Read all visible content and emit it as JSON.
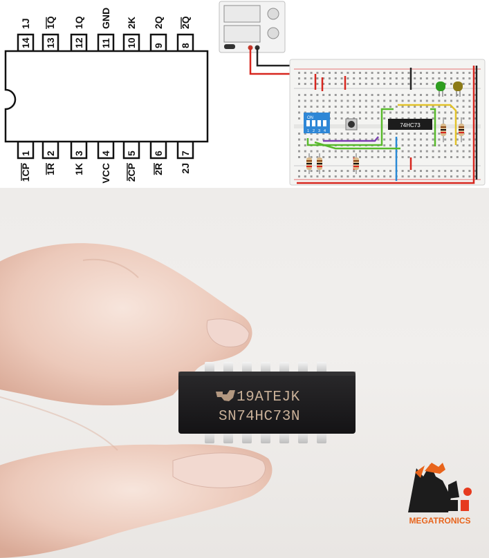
{
  "pinout": {
    "top_pins": [
      {
        "num": "14",
        "label": "1J",
        "overbar": false
      },
      {
        "num": "13",
        "label": "1Q",
        "overbar": true
      },
      {
        "num": "12",
        "label": "1Q",
        "overbar": false
      },
      {
        "num": "11",
        "label": "GND",
        "overbar": false
      },
      {
        "num": "10",
        "label": "2K",
        "overbar": false
      },
      {
        "num": "9",
        "label": "2Q",
        "overbar": false
      },
      {
        "num": "8",
        "label": "2Q",
        "overbar": true
      }
    ],
    "bottom_pins": [
      {
        "num": "1",
        "label": "1CP",
        "overbar": true
      },
      {
        "num": "2",
        "label": "1R",
        "overbar": true
      },
      {
        "num": "3",
        "label": "1K",
        "overbar": false
      },
      {
        "num": "4",
        "label": "VCC",
        "overbar": false
      },
      {
        "num": "5",
        "label": "2CP",
        "overbar": true
      },
      {
        "num": "6",
        "label": "2R",
        "overbar": true
      },
      {
        "num": "7",
        "label": "2J",
        "overbar": false
      }
    ]
  },
  "circuit": {
    "chip_label": "74HC73",
    "dip_switch_label": "ON",
    "dip_switch_numbers": [
      "1",
      "2",
      "3",
      "4"
    ],
    "led_colors": [
      "#2e9d1f",
      "#8b7a16"
    ],
    "wire_colors": {
      "red": "#d7261e",
      "black": "#222222",
      "blue": "#2a8ad6",
      "green": "#58b92b",
      "yellow": "#e2c22a",
      "purple": "#7b3fb0"
    }
  },
  "photo": {
    "chip_line1": "19ATEJK",
    "chip_line2": "SN74HC73N",
    "brand": "MEGATRONICS"
  },
  "colors": {
    "brand_orange": "#e8641b",
    "brand_red": "#e63a1e",
    "chip_body": "#1c1b1d"
  }
}
